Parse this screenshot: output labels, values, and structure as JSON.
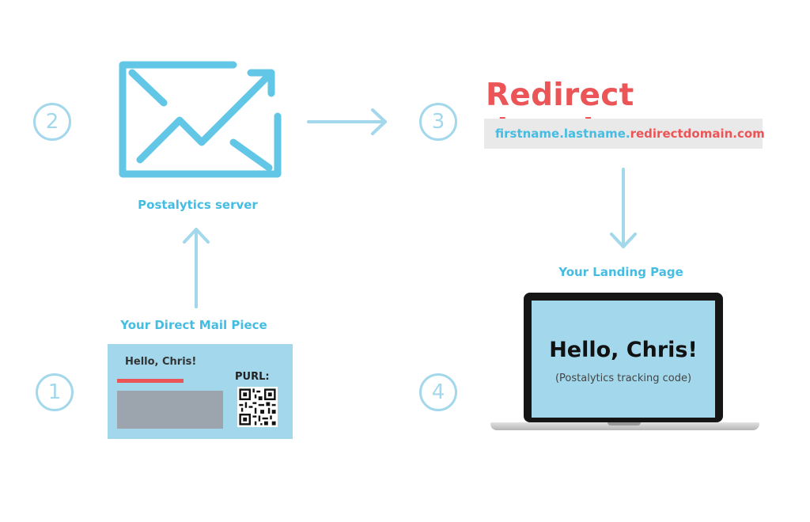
{
  "steps": [
    "1",
    "2",
    "3",
    "4"
  ],
  "captions": {
    "server": "Postalytics server",
    "mail_piece": "Your Direct Mail Piece",
    "landing_page": "Your Landing Page"
  },
  "redirect": {
    "title": "Redirect domain",
    "url_blue": "firstname.lastname.",
    "url_red": "redirectdomain.com"
  },
  "mail_piece": {
    "greeting": "Hello, Chris!",
    "purl_label": "PURL:"
  },
  "landing": {
    "greeting": "Hello, Chris!",
    "tracking": "(Postalytics tracking code)"
  },
  "colors": {
    "light_blue": "#a3d8ec",
    "accent_blue": "#45bde3",
    "red": "#ec5557",
    "gray_block": "#9ca4ad",
    "url_bg": "#e9e9ea"
  },
  "icons": [
    "envelope-chart-icon",
    "qr-code-icon",
    "laptop-icon"
  ]
}
